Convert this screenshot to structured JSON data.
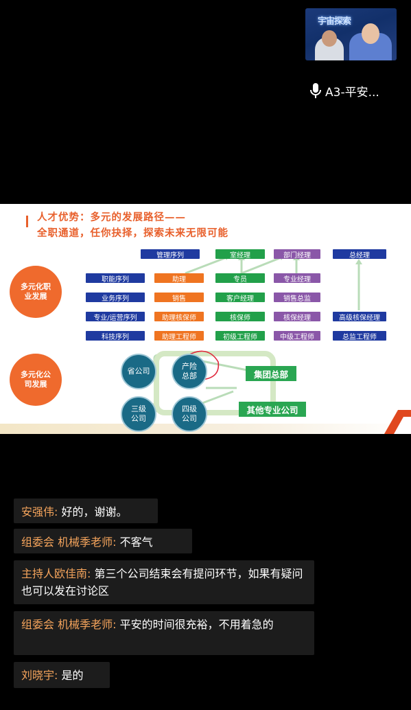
{
  "video": {
    "banner": "宇宙探索",
    "speaker_name": "A3-平安..."
  },
  "slide": {
    "title_line1": "人才优势：多元的发展路径——",
    "title_line2": "全职通道，任你抉择，探索未来无限可能",
    "circle_career": "多元化职业发展",
    "circle_company": "多元化公司发展",
    "top_row": [
      "管理序列",
      "室经理",
      "部门经理",
      "总经理"
    ],
    "rows": [
      [
        "职能序列",
        "助理",
        "专员",
        "专业经理",
        ""
      ],
      [
        "业务序列",
        "销售",
        "客户经理",
        "销售总监",
        ""
      ],
      [
        "专业/运营序列",
        "助理核保师",
        "核保师",
        "核保经理",
        "高级核保经理"
      ],
      [
        "科技序列",
        "助理工程师",
        "初级工程师",
        "中级工程师",
        "总监工程师"
      ]
    ],
    "companies": {
      "province": "省公司",
      "property": "产险总部",
      "third": "三级公司",
      "fourth": "四级公司",
      "group": "集团总部",
      "other": "其他专业公司"
    }
  },
  "chat": {
    "messages": [
      {
        "name": "安强伟:",
        "text": "好的，谢谢。"
      },
      {
        "name": "组委会  机械季老师:",
        "text": "不客气"
      },
      {
        "name": "主持人欧佳南:",
        "text": "第三个公司结束会有提问环节，如果有疑问也可以发在讨论区"
      },
      {
        "name": "组委会  机械季老师:",
        "text": "平安的时间很充裕，不用着急的"
      },
      {
        "name": "刘晓宇:",
        "text": "是的"
      }
    ]
  },
  "colors": {
    "accent_orange": "#ef6a2d",
    "name_color": "#f5a45c",
    "navy": "#1f3aa0",
    "green": "#22a04a",
    "purple": "#8a57a8"
  }
}
